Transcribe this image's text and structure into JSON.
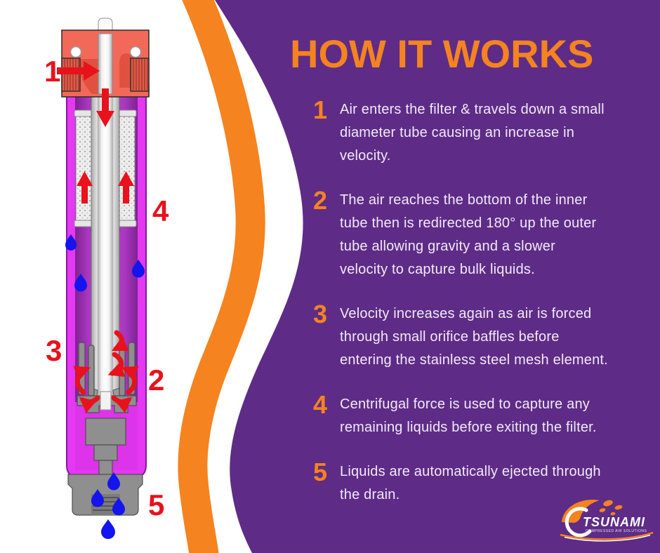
{
  "header": {
    "title": "HOW IT WORKS"
  },
  "steps": [
    {
      "num": "1",
      "text": "Air enters the filter & travels down a small\ndiameter tube causing an increase in\nvelocity."
    },
    {
      "num": "2",
      "text": "The air reaches the bottom of the inner\ntube then is redirected 180° up the outer\ntube allowing gravity and a slower\nvelocity to capture bulk liquids."
    },
    {
      "num": "3",
      "text": "Velocity increases again as air is forced\nthrough small orifice baffles before\nentering the stainless steel mesh element."
    },
    {
      "num": "4",
      "text": "Centrifugal force is used to capture any\nremaining liquids before exiting the filter."
    },
    {
      "num": "5",
      "text": "Liquids are automatically ejected through\nthe drain."
    }
  ],
  "diagram": {
    "description": "Cutaway of compressed-air filter",
    "labels": [
      "1",
      "4",
      "3",
      "2",
      "5"
    ]
  },
  "logo": {
    "brand": "TSUNAMI",
    "tagline": "COMPRESSED AIR SOLUTIONS"
  },
  "colors": {
    "background_purple": "#5E2C87",
    "accent_orange": "#F5831F",
    "callout_red": "#E8121C",
    "filter_magenta": "#E438F2",
    "filter_head_salmon": "#F2695A",
    "droplet_blue": "#1414EE",
    "text_white": "#F1EAF7"
  }
}
